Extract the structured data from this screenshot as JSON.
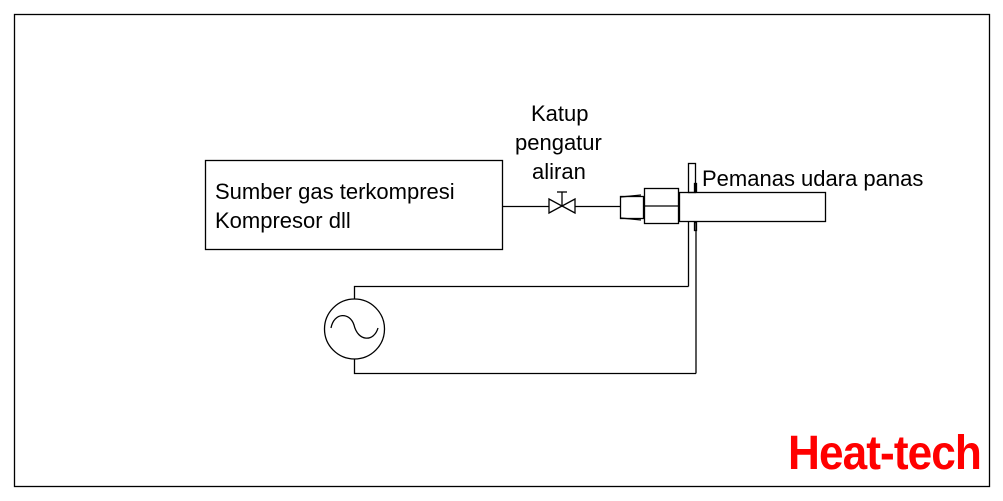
{
  "source_box": {
    "line1": "Sumber gas terkompresi",
    "line2": "Kompresor dll"
  },
  "valve": {
    "line1": "Katup",
    "line2": "pengatur",
    "line3": "aliran"
  },
  "heater": {
    "label": "Pemanas udara panas"
  },
  "power_source": {
    "icon": "ac-source-icon"
  },
  "logo": {
    "text": "Heat-tech",
    "color": "#ff0000"
  }
}
